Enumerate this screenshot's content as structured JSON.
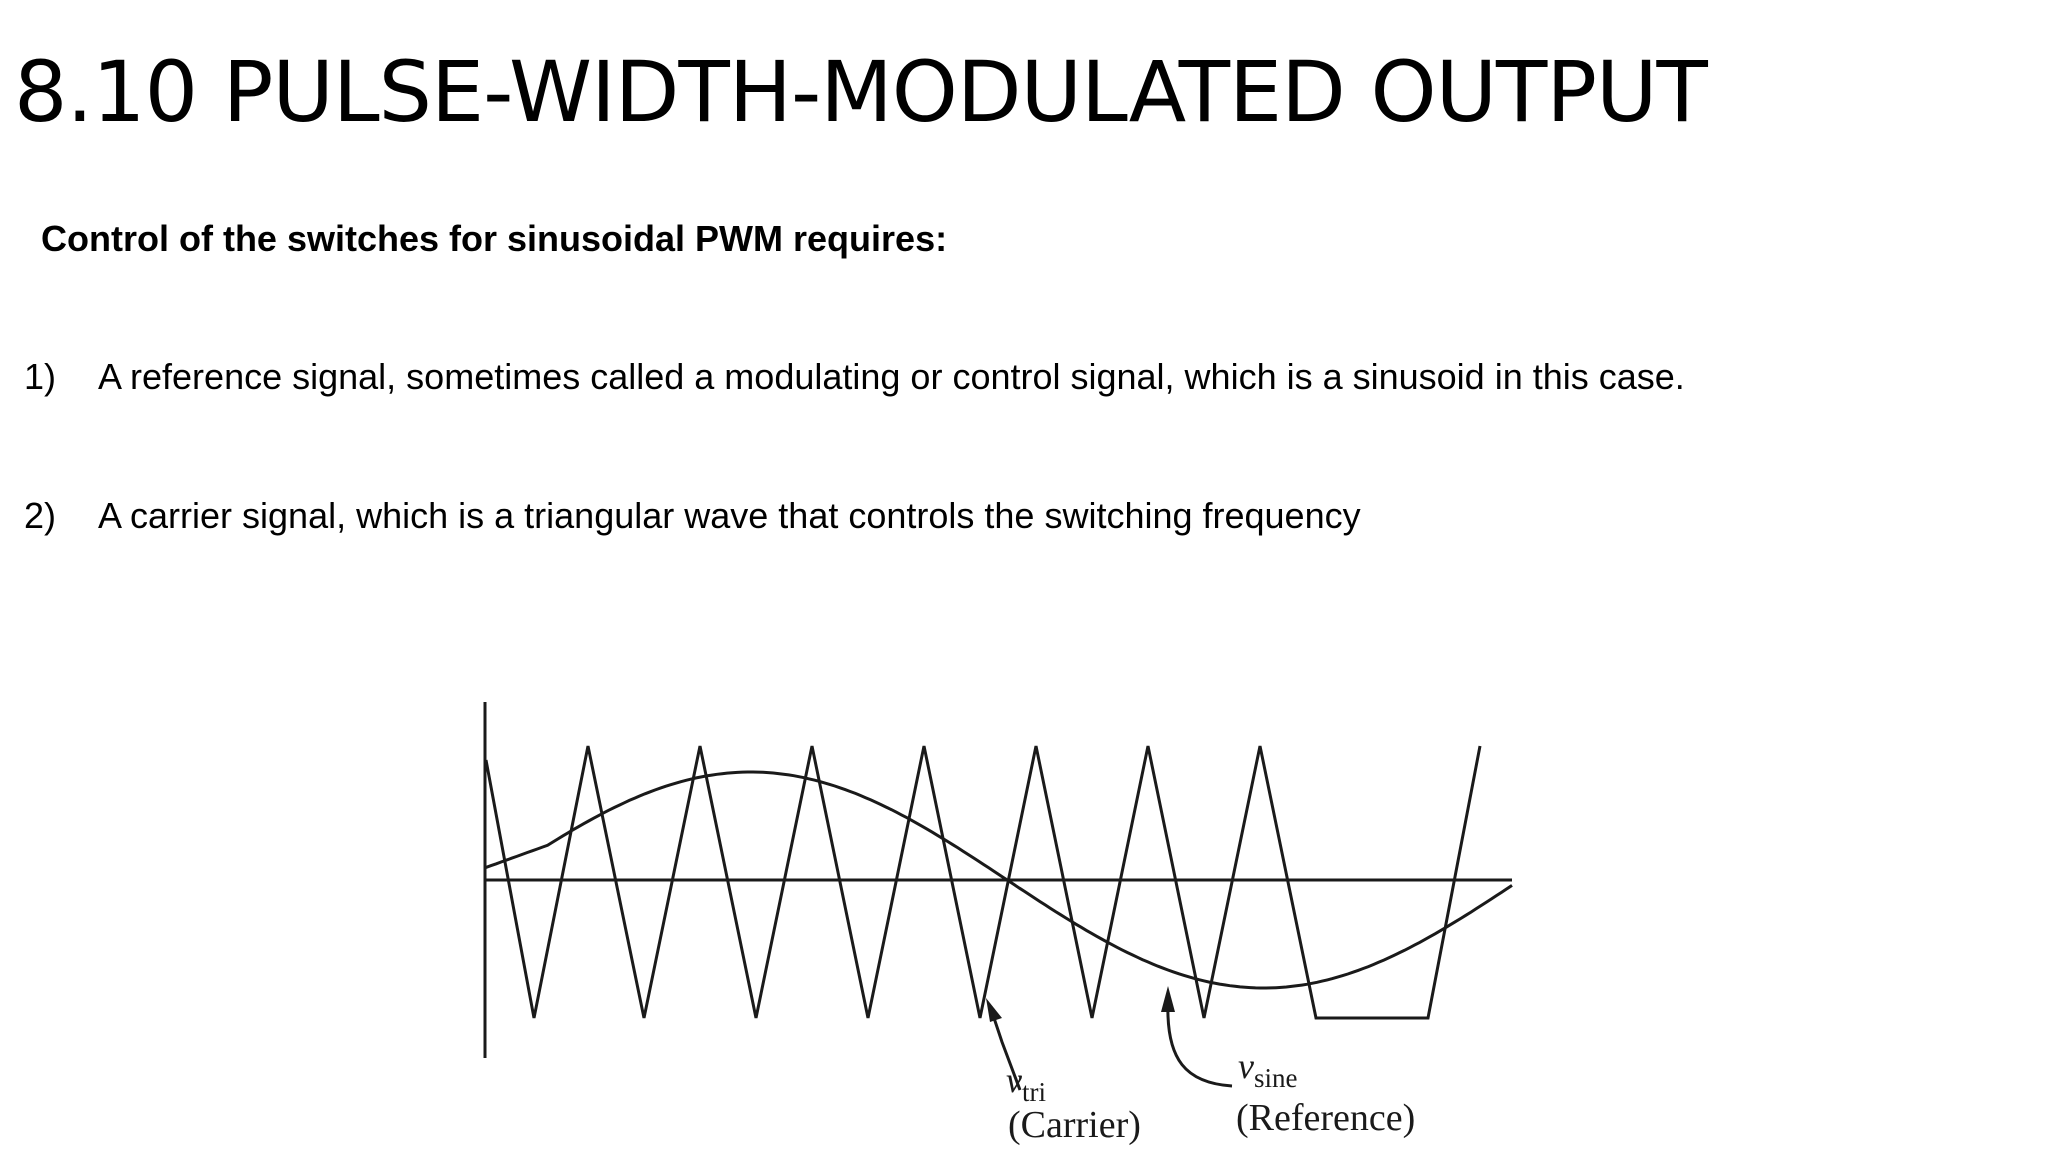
{
  "slide": {
    "title": "8.10 PULSE-WIDTH-MODULATED OUTPUT",
    "subheading": "Control of the switches for sinusoidal PWM requires:",
    "items": [
      {
        "number": "1)",
        "text": "A reference signal, sometimes called a modulating or control signal, which is a sinusoid in this case."
      },
      {
        "number": "2)",
        "text": "A carrier signal, which is a triangular wave that controls the switching frequency"
      }
    ]
  },
  "diagram": {
    "carrier_symbol": "v",
    "carrier_subscript": "tri",
    "carrier_label": "(Carrier)",
    "reference_symbol": "v",
    "reference_subscript": "sine",
    "reference_label": "(Reference)",
    "line_color": "#1a1a1a"
  }
}
